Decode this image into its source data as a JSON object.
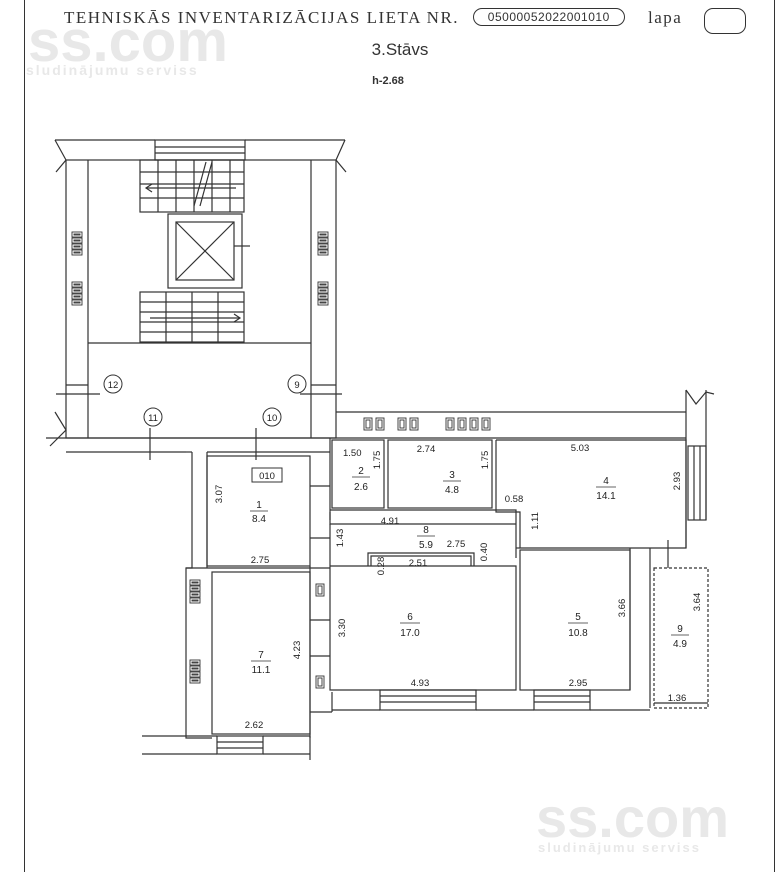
{
  "header": {
    "title": "TEHNISKĀS INVENTARIZĀCIJAS LIETA NR.",
    "case_number": "05000052022001010",
    "page_label": "lapa",
    "page_number": ""
  },
  "floor": {
    "label": "3.Stāvs",
    "height": "h-2.68"
  },
  "watermark": {
    "brand": "ss.com",
    "tagline": "sludinājumu serviss"
  },
  "stair_label": "010",
  "axes": [
    "12",
    "11",
    "10",
    "9"
  ],
  "rooms": [
    {
      "id": "1",
      "area": "8.4"
    },
    {
      "id": "2",
      "area": "2.6"
    },
    {
      "id": "3",
      "area": "4.8"
    },
    {
      "id": "4",
      "area": "14.1"
    },
    {
      "id": "5",
      "area": "10.8"
    },
    {
      "id": "6",
      "area": "17.0"
    },
    {
      "id": "7",
      "area": "11.1"
    },
    {
      "id": "8",
      "area": "5.9"
    },
    {
      "id": "9",
      "area": "4.9"
    }
  ],
  "dimensions": [
    "1.50",
    "1.75",
    "2.74",
    "1.75",
    "5.03",
    "2.93",
    "0.58",
    "1.11",
    "3.07",
    "2.75",
    "4.91",
    "1.43",
    "2.75",
    "0.40",
    "0.28",
    "2.51",
    "3.30",
    "3.66",
    "3.64",
    "4.23",
    "4.93",
    "2.95",
    "1.36",
    "2.62"
  ]
}
